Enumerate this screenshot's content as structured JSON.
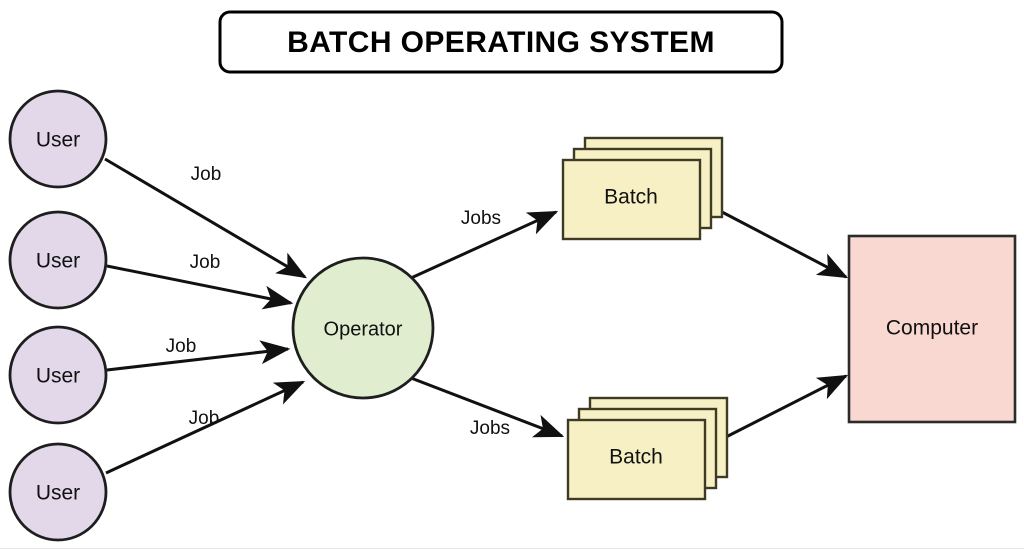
{
  "diagram": {
    "title": "BATCH OPERATING SYSTEM",
    "type": "flow-diagram",
    "background_color": "#ffffff",
    "colors": {
      "user_fill": "#e3d8e9",
      "user_stroke": "#1e1e1e",
      "operator_fill": "#e0edcf",
      "operator_stroke": "#1e1e1e",
      "batch_fill": "#f6f0c4",
      "batch_stroke": "#3f3a24",
      "computer_fill": "#f8d8d1",
      "computer_stroke": "#2b2b2b",
      "arrow_color": "#111111",
      "title_stroke": "#000000"
    },
    "users": [
      {
        "label": "User"
      },
      {
        "label": "User"
      },
      {
        "label": "User"
      },
      {
        "label": "User"
      }
    ],
    "operator": {
      "label": "Operator"
    },
    "batches": [
      {
        "label": "Batch"
      },
      {
        "label": "Batch"
      }
    ],
    "computer": {
      "label": "Computer"
    },
    "edges": {
      "user_to_operator": [
        {
          "label": "Job"
        },
        {
          "label": "Job"
        },
        {
          "label": "Job"
        },
        {
          "label": "Job"
        }
      ],
      "operator_to_batch": [
        {
          "label": "Jobs"
        },
        {
          "label": "Jobs"
        }
      ],
      "batch_to_computer": [
        {
          "label": ""
        },
        {
          "label": ""
        }
      ]
    }
  }
}
